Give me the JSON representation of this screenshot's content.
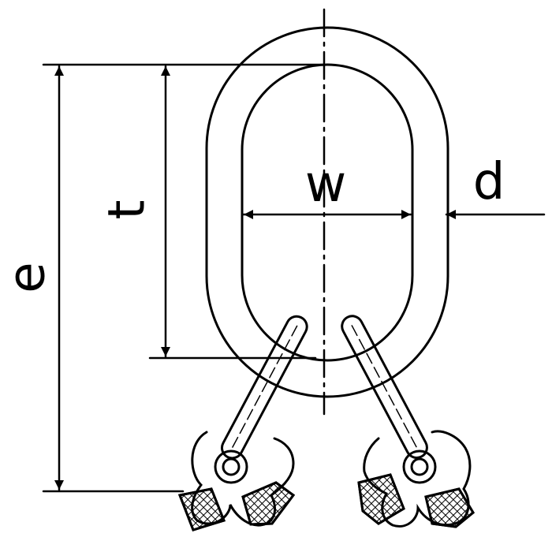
{
  "diagram": {
    "labels": {
      "e": "e",
      "t": "t",
      "w": "w",
      "d": "d"
    },
    "colors": {
      "line": "#000000",
      "background": "#ffffff"
    }
  }
}
